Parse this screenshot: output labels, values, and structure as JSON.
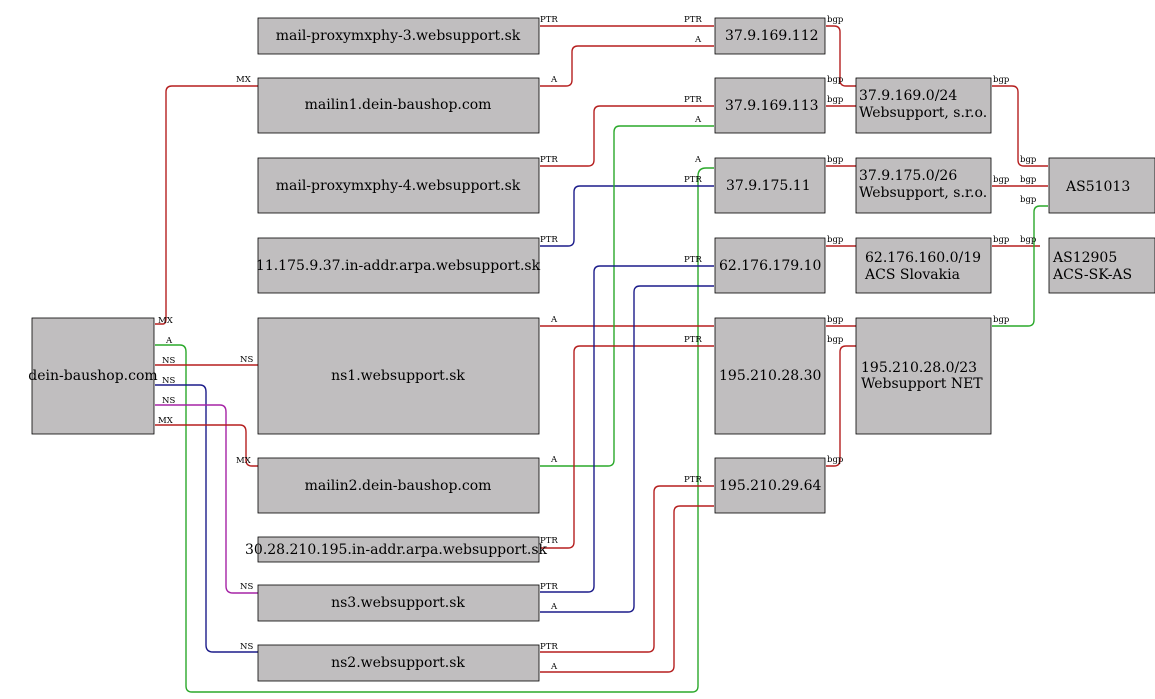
{
  "colors": {
    "node_fill": "#c0bebf",
    "node_stroke": "#000000",
    "edge_red": "#b51f1f",
    "edge_blue": "#1c1c8a",
    "edge_green": "#2aa82a",
    "edge_magenta": "#a523a5"
  },
  "nodes": {
    "dein_baushop": "dein-baushop.com",
    "mail_proxy_3": "mail-proxymxphy-3.websupport.sk",
    "mailin1": "mailin1.dein-baushop.com",
    "mail_proxy_4": "mail-proxymxphy-4.websupport.sk",
    "arpa_11": "11.175.9.37.in-addr.arpa.websupport.sk",
    "ns1": "ns1.websupport.sk",
    "mailin2": "mailin2.dein-baushop.com",
    "arpa_30": "30.28.210.195.in-addr.arpa.websupport.sk",
    "ns3": "ns3.websupport.sk",
    "ns2": "ns2.websupport.sk",
    "ip_112": "37.9.169.112",
    "ip_113": "37.9.169.113",
    "ip_175_11": "37.9.175.11",
    "ip_62": "62.176.179.10",
    "ip_195_30": "195.210.28.30",
    "ip_195_64": "195.210.29.64",
    "net_169": [
      "37.9.169.0/24",
      "Websupport, s.r.o."
    ],
    "net_175": [
      "37.9.175.0/26",
      "Websupport, s.r.o."
    ],
    "net_62": [
      "62.176.160.0/19",
      "ACS Slovakia"
    ],
    "net_195": [
      "195.210.28.0/23",
      "Websupport NET"
    ],
    "as51013": "AS51013",
    "as12905": [
      "AS12905",
      "ACS-SK-AS"
    ]
  },
  "labels": {
    "ptr": "PTR",
    "a": "A",
    "mx": "MX",
    "ns": "NS",
    "bgp": "bgp"
  }
}
